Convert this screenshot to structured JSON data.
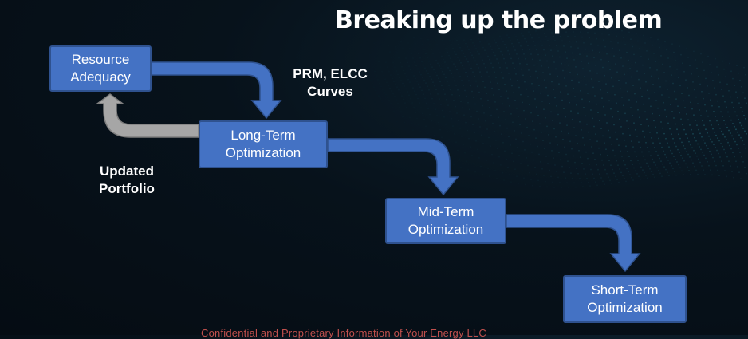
{
  "slide": {
    "title": "Breaking up the problem",
    "footer": "Confidential and Proprietary Information of Your Energy LLC"
  },
  "diagram": {
    "nodes": [
      {
        "id": "resource-adequacy",
        "line1": "Resource",
        "line2": "Adequacy"
      },
      {
        "id": "long-term",
        "line1": "Long-Term",
        "line2": "Optimization"
      },
      {
        "id": "mid-term",
        "line1": "Mid-Term",
        "line2": "Optimization"
      },
      {
        "id": "short-term",
        "line1": "Short-Term",
        "line2": "Optimization"
      }
    ],
    "edges": [
      {
        "from": "resource-adequacy",
        "to": "long-term",
        "line1": "PRM, ELCC",
        "line2": "Curves"
      },
      {
        "from": "long-term",
        "to": "resource-adequacy",
        "line1": "Updated",
        "line2": "Portfolio"
      },
      {
        "from": "long-term",
        "to": "mid-term"
      },
      {
        "from": "mid-term",
        "to": "short-term"
      }
    ]
  },
  "colors": {
    "box_fill": "#4472c4",
    "box_border": "#2f528f",
    "arrow_forward": "#4472c4",
    "arrow_feedback": "#a6a6a6",
    "footer_text": "#c0504d"
  }
}
